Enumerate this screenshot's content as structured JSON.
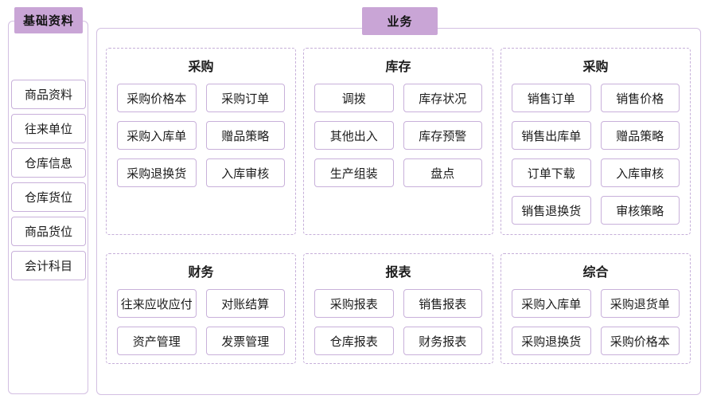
{
  "colors": {
    "badge_bg": "#c9a5d6",
    "panel_border": "#d3bfe2",
    "item_border": "#c8b0da",
    "group_border_dashed": "#c6afd9",
    "text": "#1c1c1c"
  },
  "sidebar": {
    "title": "基础资料",
    "items": [
      "商品资料",
      "往来单位",
      "仓库信息",
      "仓库货位",
      "商品货位",
      "会计科目"
    ]
  },
  "main": {
    "title": "业务",
    "groups": [
      {
        "title": "采购",
        "items": [
          "采购价格本",
          "采购订单",
          "采购入库单",
          "赠品策略",
          "采购退换货",
          "入库审核"
        ]
      },
      {
        "title": "库存",
        "items": [
          "调拨",
          "库存状况",
          "其他出入",
          "库存预警",
          "生产组装",
          "盘点"
        ]
      },
      {
        "title": "采购",
        "items": [
          "销售订单",
          "销售价格",
          "销售出库单",
          "赠品策略",
          "订单下载",
          "入库审核",
          "销售退换货",
          "审核策略"
        ]
      },
      {
        "title": "财务",
        "items": [
          "往来应收应付",
          "对账结算",
          "资产管理",
          "发票管理"
        ]
      },
      {
        "title": "报表",
        "items": [
          "采购报表",
          "销售报表",
          "仓库报表",
          "财务报表"
        ]
      },
      {
        "title": "综合",
        "items": [
          "采购入库单",
          "采购退货单",
          "采购退换货",
          "采购价格本"
        ]
      }
    ]
  }
}
